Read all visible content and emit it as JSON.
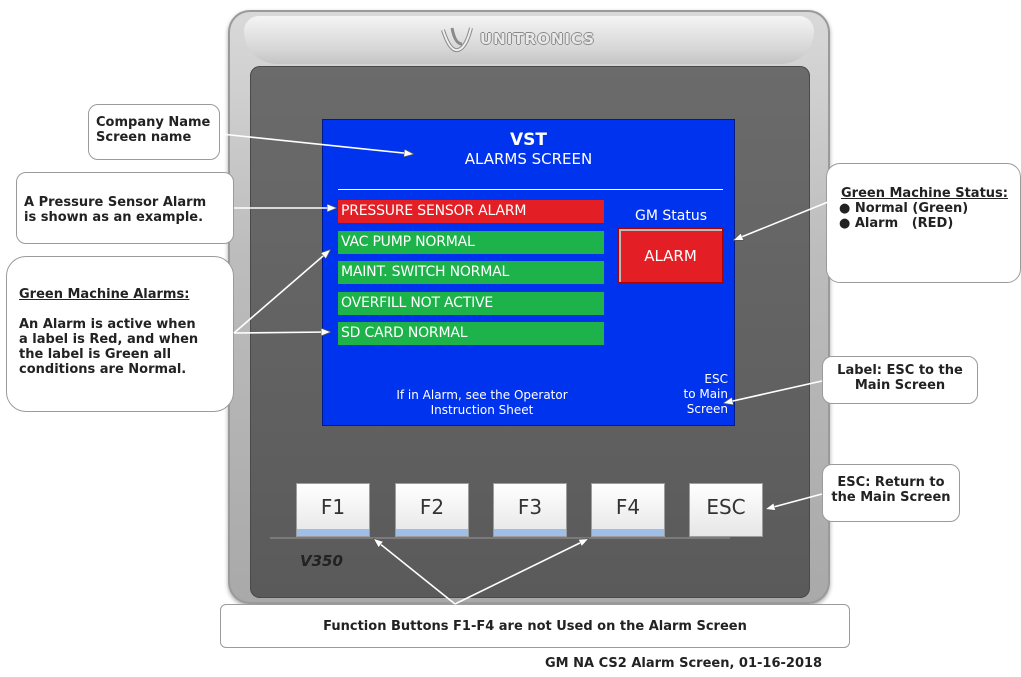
{
  "device": {
    "brand": "UNITRONICS",
    "model": "V350",
    "keys": [
      "F1",
      "F2",
      "F3",
      "F4",
      "ESC"
    ]
  },
  "screen": {
    "title": "VST",
    "subtitle": "ALARMS SCREEN",
    "alarms": [
      {
        "label": "PRESSURE SENSOR ALARM",
        "state": "red"
      },
      {
        "label": "VAC PUMP NORMAL",
        "state": "green"
      },
      {
        "label": "MAINT. SWITCH NORMAL",
        "state": "green"
      },
      {
        "label": "OVERFILL NOT ACTIVE",
        "state": "green"
      },
      {
        "label": "SD CARD NORMAL",
        "state": "green"
      }
    ],
    "gm_status_label": "GM Status",
    "gm_status_value": "ALARM",
    "hint_line1": "If in Alarm, see the Operator",
    "hint_line2": "Instruction Sheet",
    "esc_line1": "ESC",
    "esc_line2": "to Main",
    "esc_line3": "Screen"
  },
  "callouts": {
    "company": {
      "line1": "Company Name",
      "line2": "Screen name"
    },
    "pressure": {
      "line1": "A Pressure Sensor Alarm",
      "line2": "is shown as an example."
    },
    "gm_alarms": {
      "heading": "Green Machine Alarms:",
      "line1": "An Alarm is active when",
      "line2": "a label is Red, and when",
      "line3": "the label is Green all",
      "line4": "conditions are Normal."
    },
    "gm_status": {
      "heading": "Green Machine Status:",
      "item1": "Normal (Green)",
      "item2": "Alarm   (RED)"
    },
    "esc_label": {
      "line1": "Label: ESC to the",
      "line2": "Main Screen"
    },
    "esc_key": {
      "line1": "ESC: Return to",
      "line2": "the Main Screen"
    },
    "function_buttons": "Function Buttons F1-F4 are not Used on the Alarm Screen"
  },
  "footer": "GM NA CS2 Alarm Screen, 01-16-2018",
  "colors": {
    "screen_bg": "#0033ee",
    "alarm_red": "#e31e24",
    "normal_green": "#1db34a",
    "key_bar": "#9fbfe8"
  }
}
